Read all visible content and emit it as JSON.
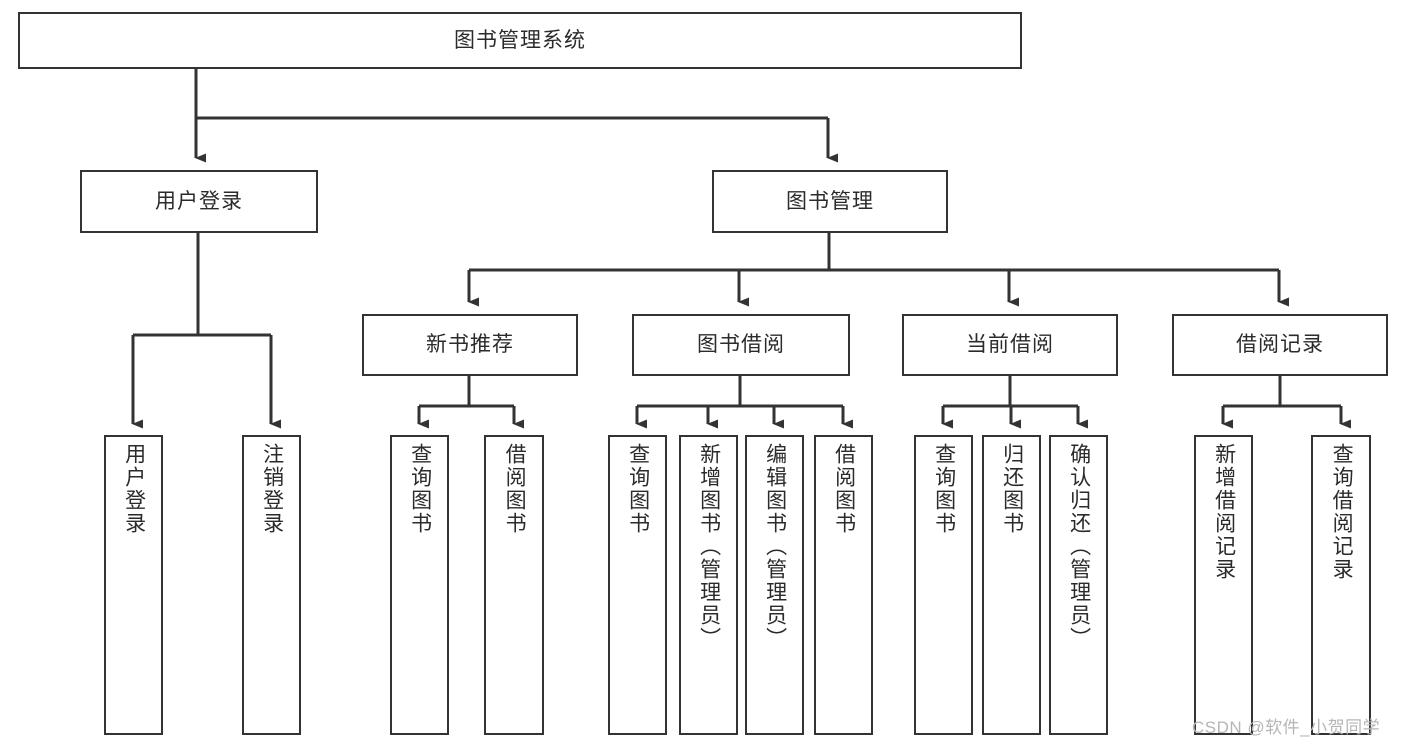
{
  "diagram": {
    "title": "图书管理系统",
    "type": "tree-hierarchy",
    "watermark": "CSDN @软件_小贺同学",
    "colors": {
      "stroke": "#333333",
      "box_fill": "#ffffff",
      "text": "#2b2b2b",
      "watermark": "#b6b6b6",
      "background": "#ffffff"
    },
    "nodes": {
      "root": {
        "label": "图书管理系统",
        "level": 0,
        "orientation": "horizontal"
      },
      "l1_user_login": {
        "label": "用户登录",
        "level": 1,
        "orientation": "horizontal"
      },
      "l1_book_mgmt": {
        "label": "图书管理",
        "level": 1,
        "orientation": "horizontal"
      },
      "l2_new_book_rec": {
        "label": "新书推荐",
        "level": 2,
        "orientation": "horizontal"
      },
      "l2_book_borrow": {
        "label": "图书借阅",
        "level": 2,
        "orientation": "horizontal"
      },
      "l2_current_borrow": {
        "label": "当前借阅",
        "level": 2,
        "orientation": "horizontal"
      },
      "l2_borrow_record": {
        "label": "借阅记录",
        "level": 2,
        "orientation": "horizontal"
      },
      "leaf_user_login": {
        "label": "用户登录",
        "level": 3,
        "orientation": "vertical"
      },
      "leaf_logout": {
        "label": "注销登录",
        "level": 3,
        "orientation": "vertical"
      },
      "leaf_query_book_1": {
        "label": "查询图书",
        "level": 3,
        "orientation": "vertical"
      },
      "leaf_borrow_book_1": {
        "label": "借阅图书",
        "level": 3,
        "orientation": "vertical"
      },
      "leaf_query_book_2": {
        "label": "查询图书",
        "level": 3,
        "orientation": "vertical"
      },
      "leaf_add_book": {
        "label": "新增图书（管理员）",
        "level": 3,
        "orientation": "vertical"
      },
      "leaf_edit_book": {
        "label": "编辑图书（管理员）",
        "level": 3,
        "orientation": "vertical"
      },
      "leaf_borrow_book_2": {
        "label": "借阅图书",
        "level": 3,
        "orientation": "vertical"
      },
      "leaf_query_book_3": {
        "label": "查询图书",
        "level": 3,
        "orientation": "vertical"
      },
      "leaf_return_book": {
        "label": "归还图书",
        "level": 3,
        "orientation": "vertical"
      },
      "leaf_confirm_return": {
        "label": "确认归还（管理员）",
        "level": 3,
        "orientation": "vertical"
      },
      "leaf_add_record": {
        "label": "新增借阅记录",
        "level": 3,
        "orientation": "vertical"
      },
      "leaf_query_record": {
        "label": "查询借阅记录",
        "level": 3,
        "orientation": "vertical"
      }
    },
    "edges": [
      {
        "from": "root",
        "to": "l1_user_login"
      },
      {
        "from": "root",
        "to": "l1_book_mgmt"
      },
      {
        "from": "l1_user_login",
        "to": "leaf_user_login"
      },
      {
        "from": "l1_user_login",
        "to": "leaf_logout"
      },
      {
        "from": "l1_book_mgmt",
        "to": "l2_new_book_rec"
      },
      {
        "from": "l1_book_mgmt",
        "to": "l2_book_borrow"
      },
      {
        "from": "l1_book_mgmt",
        "to": "l2_current_borrow"
      },
      {
        "from": "l1_book_mgmt",
        "to": "l2_borrow_record"
      },
      {
        "from": "l2_new_book_rec",
        "to": "leaf_query_book_1"
      },
      {
        "from": "l2_new_book_rec",
        "to": "leaf_borrow_book_1"
      },
      {
        "from": "l2_book_borrow",
        "to": "leaf_query_book_2"
      },
      {
        "from": "l2_book_borrow",
        "to": "leaf_add_book"
      },
      {
        "from": "l2_book_borrow",
        "to": "leaf_edit_book"
      },
      {
        "from": "l2_book_borrow",
        "to": "leaf_borrow_book_2"
      },
      {
        "from": "l2_current_borrow",
        "to": "leaf_query_book_3"
      },
      {
        "from": "l2_current_borrow",
        "to": "leaf_return_book"
      },
      {
        "from": "l2_current_borrow",
        "to": "leaf_confirm_return"
      },
      {
        "from": "l2_borrow_record",
        "to": "leaf_add_record"
      },
      {
        "from": "l2_borrow_record",
        "to": "leaf_query_record"
      }
    ]
  }
}
